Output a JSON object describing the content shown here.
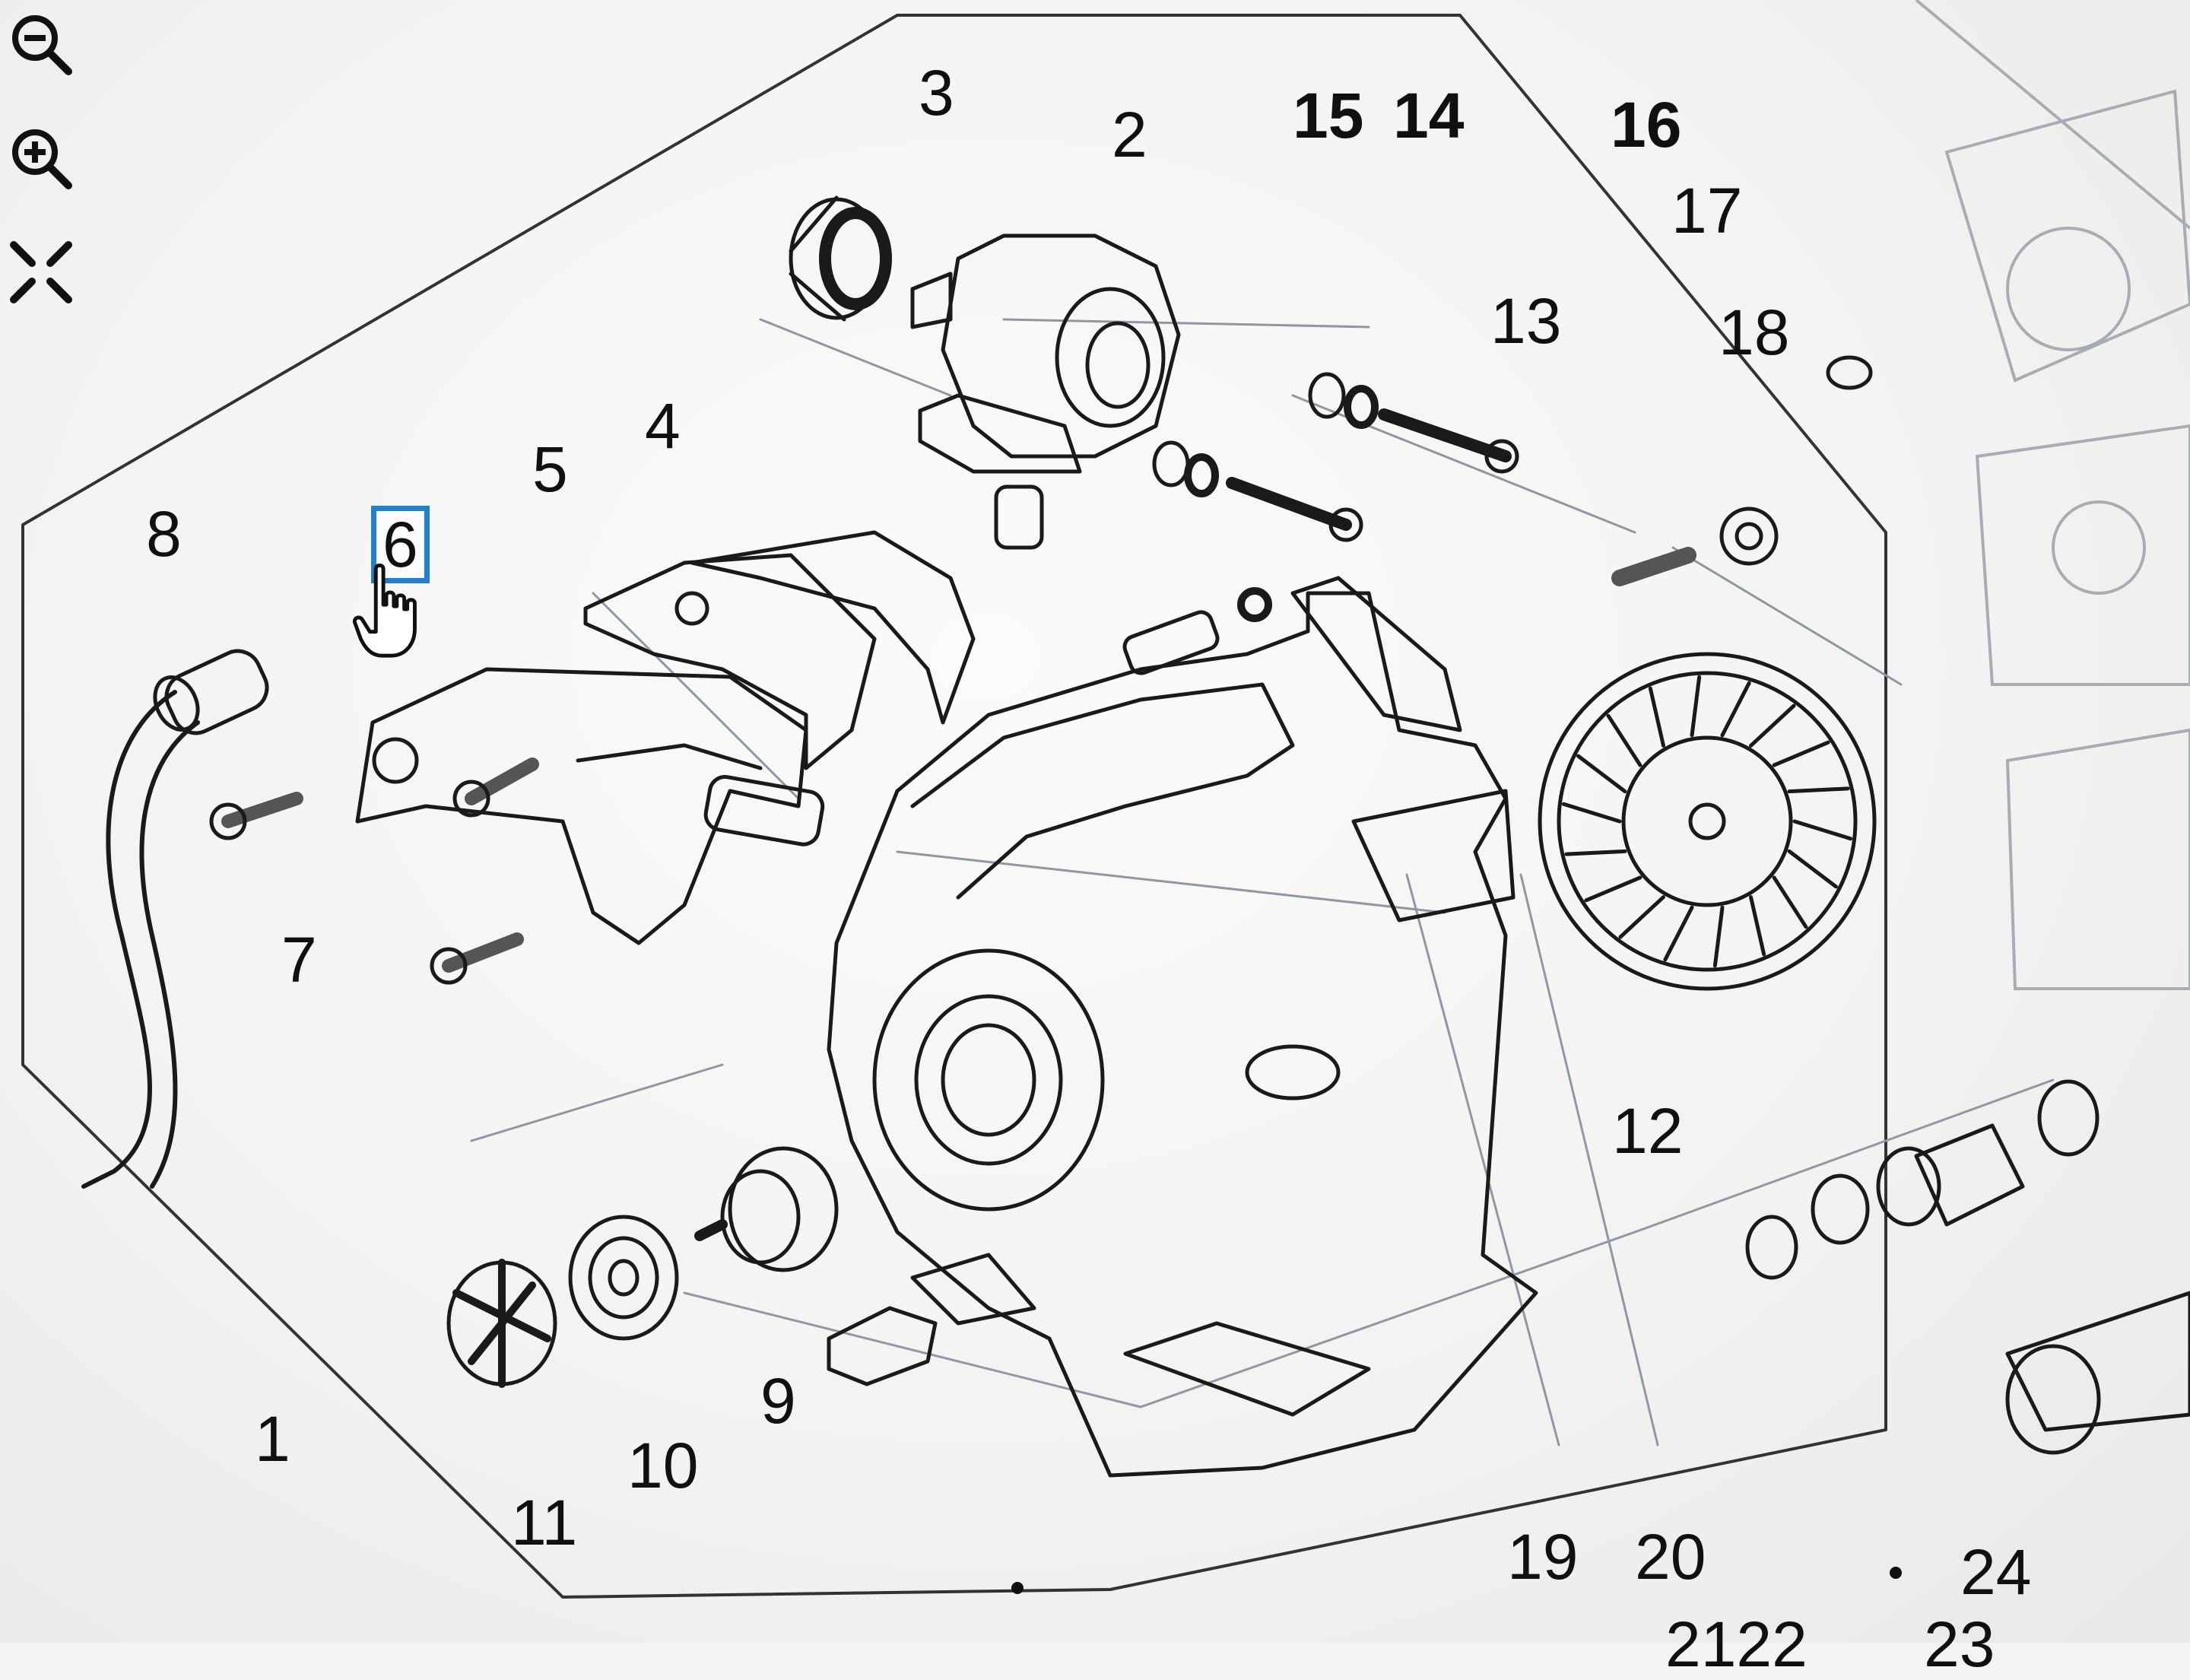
{
  "toolbar": {
    "zoom_out_icon": "zoom-out-icon",
    "zoom_in_icon": "zoom-in-icon",
    "fit_screen_icon": "fit-screen-icon"
  },
  "diagram": {
    "callouts": {
      "c1": "1",
      "c2": "2",
      "c3": "3",
      "c4": "4",
      "c5": "5",
      "c6": "6",
      "c7": "7",
      "c8": "8",
      "c9": "9",
      "c10": "10",
      "c11": "11",
      "c12": "12",
      "c13": "13",
      "c14": "14",
      "c15": "15",
      "c16": "16",
      "c17": "17",
      "c18": "18",
      "c19": "19",
      "c20": "20",
      "c24": "24",
      "c2122": "2122",
      "c23": "23"
    },
    "selected_callout": "6"
  },
  "colors": {
    "ink": "#101010",
    "selection": "#1f7fd0",
    "faint_line": "#9aa4ae"
  }
}
